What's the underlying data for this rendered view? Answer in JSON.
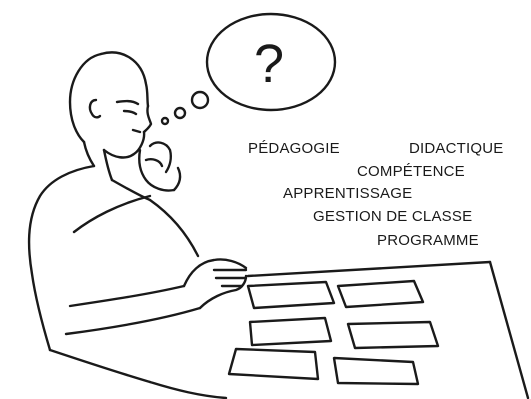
{
  "thought": {
    "symbol": "?"
  },
  "keywords": [
    "PÉDAGOGIE",
    "DIDACTIQUE",
    "COMPÉTENCE",
    "APPRENTISSAGE",
    "GESTION DE CLASSE",
    "PROGRAMME"
  ],
  "colors": {
    "ink": "#1a1a1a",
    "paper": "#ffffff"
  }
}
